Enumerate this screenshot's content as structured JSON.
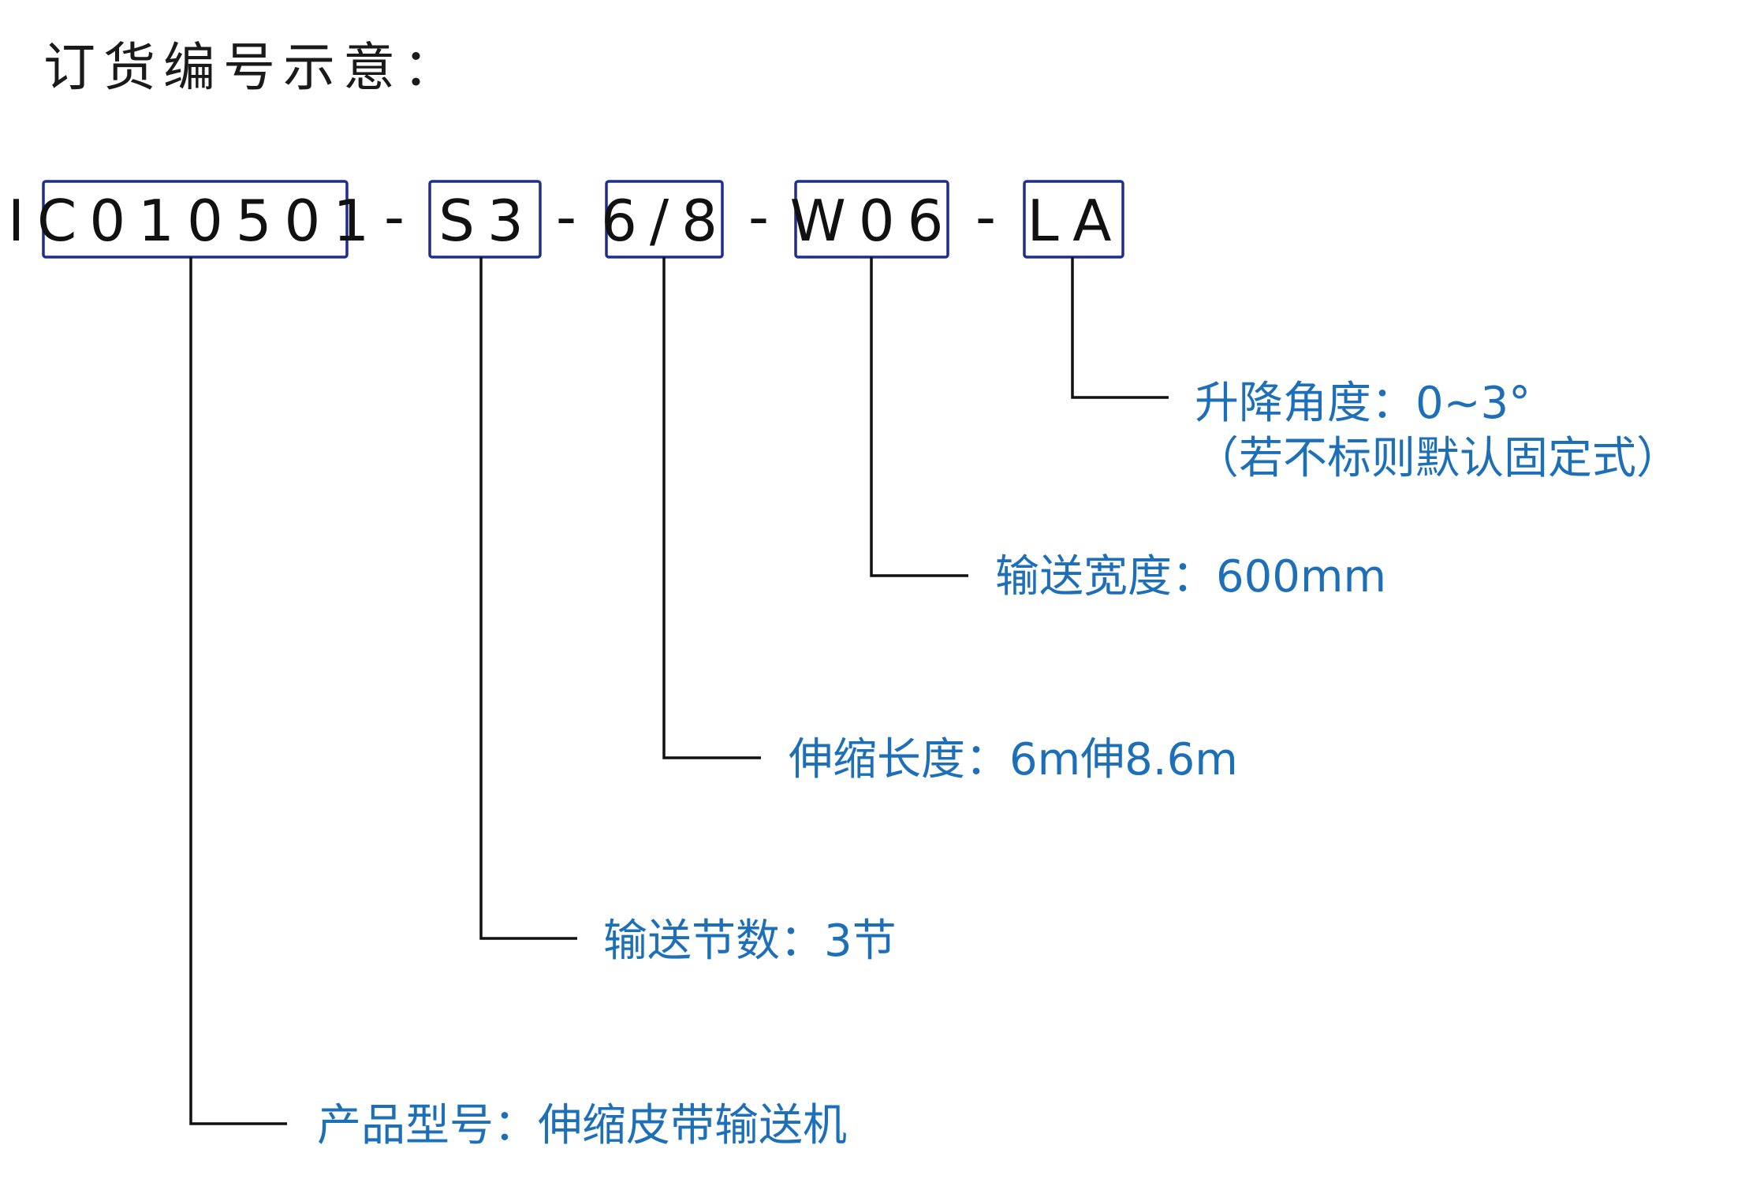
{
  "title": "订货编号示意：",
  "colors": {
    "box_border": "#1f2d8c",
    "label_text": "#1d6fb8",
    "line": "#111111",
    "text": "#111111"
  },
  "segments": [
    {
      "code": "IC010501",
      "description": [
        "产品型号：伸缩皮带输送机"
      ]
    },
    {
      "code": "S3",
      "description": [
        "输送节数：3节"
      ]
    },
    {
      "code": "6/8",
      "description": [
        "伸缩长度：6m伸8.6m"
      ]
    },
    {
      "code": "W06",
      "description": [
        "输送宽度：600mm"
      ]
    },
    {
      "code": "LA",
      "description": [
        "升降角度：0~3°",
        "（若不标则默认固定式）"
      ]
    }
  ],
  "separator": "-"
}
